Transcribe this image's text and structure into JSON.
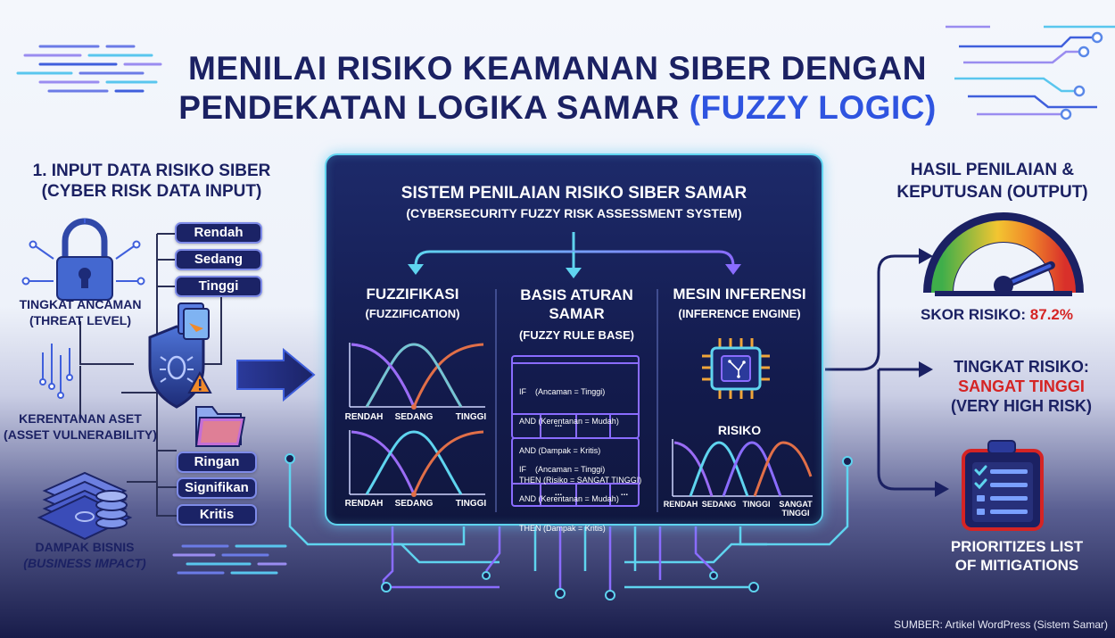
{
  "title": {
    "line1": "MENILAI RISIKO KEAMANAN SIBER DENGAN",
    "line2_main": "PENDEKATAN LOGIKA SAMAR",
    "line2_accent": "(FUZZY LOGIC)"
  },
  "input": {
    "heading1": "1. INPUT DATA RISIKO SIBER",
    "heading2": "(CYBER RISK DATA INPUT)",
    "threat_label": "TINGKAT ANCAMAN",
    "threat_sub": "(THREAT LEVEL)",
    "vuln_label": "KERENTANAN ASET",
    "vuln_sub": "(ASSET VULNERABILITY)",
    "impact_label": "DAMPAK BISNIS",
    "impact_sub": "(BUSINESS IMPACT)",
    "pills_top": [
      "Rendah",
      "Sedang",
      "Tinggi"
    ],
    "pills_bottom": [
      "Ringan",
      "Signifikan",
      "Kritis"
    ]
  },
  "system": {
    "title": "SISTEM PENILAIAN RISIKO SIBER SAMAR",
    "subtitle": "(CYBERSECURITY FUZZY RISK ASSESSMENT SYSTEM)",
    "fuzz_title": "FUZZIFIKASI",
    "fuzz_sub": "(FUZZIFICATION)",
    "rules_title1": "BASIS ATURAN",
    "rules_title2": "SAMAR",
    "rules_sub": "(FUZZY RULE BASE)",
    "infer_title": "MESIN INFERENSI",
    "infer_sub": "(INFERENCE ENGINE)",
    "mf_labels": [
      "RENDAH",
      "SEDANG",
      "TINGGI"
    ],
    "risk_label": "RISIKO",
    "out_mf_labels": [
      "RENDAH",
      "SEDANG",
      "TINGGI",
      "SANGAT",
      "TINGGI"
    ],
    "rule1": [
      "IF    (Ancaman = Tinggi)",
      "AND (Kerentanan = Mudah)",
      "AND (Dampak = Kritis)",
      "THEN (Risiko = SANGAT TINGGI)"
    ],
    "rule2": [
      "IF    (Ancaman = Tinggi)",
      "AND (Kerentanan = Mudah)",
      "THEN (Dampak = Kritis)"
    ],
    "ellipsis": "..."
  },
  "output": {
    "heading1": "HASIL PENILAIAN &",
    "heading2": "KEPUTUSAN (OUTPUT)",
    "score_label": "SKOR RISIKO:",
    "score_value": "87.2%",
    "score_fraction": 0.872,
    "level_label": "TINGKAT RISIKO:",
    "level_value": "SANGAT TINGGI",
    "level_en": "(VERY HIGH RISK)",
    "mitig1": "PRIORITIZES LIST",
    "mitig2": "OF MITIGATIONS"
  },
  "source": "SUMBER: Artikel WordPress (Sistem Samar)",
  "colors": {
    "navy": "#1b2163",
    "accent": "#2f54e0",
    "cyan": "#5fd4ef",
    "red": "#d52424",
    "purple": "#8a6cff"
  }
}
